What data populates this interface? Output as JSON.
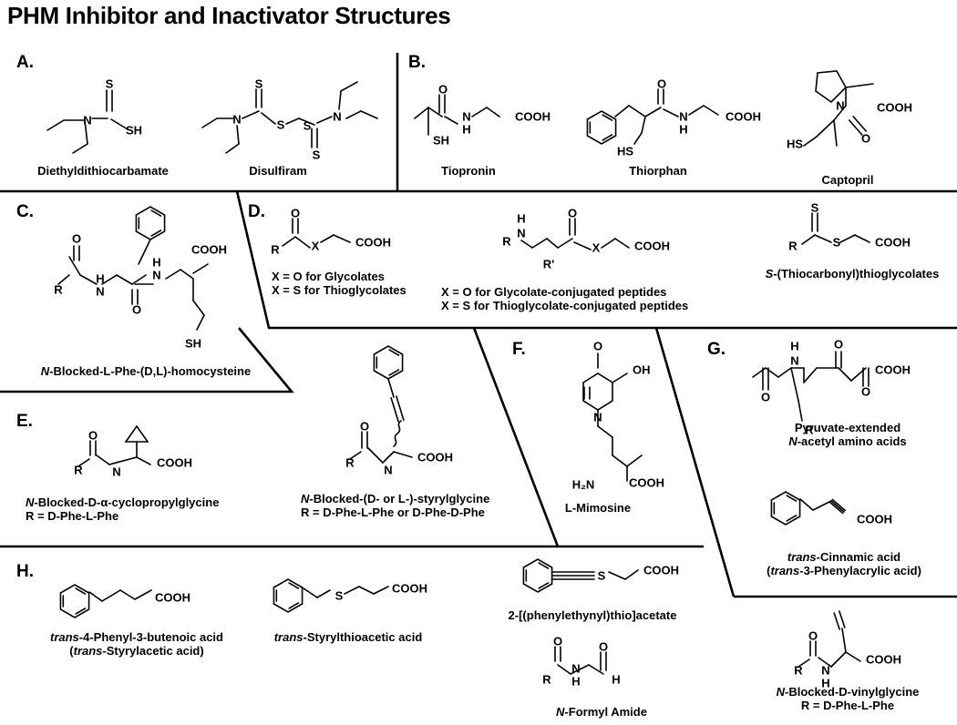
{
  "title": "PHM Inhibitor and Inactivator Structures",
  "panels": {
    "A": {
      "label": "A.",
      "compounds": [
        "Diethyldithiocarbamate",
        "Disulfiram"
      ]
    },
    "B": {
      "label": "B.",
      "compounds": [
        "Tiopronin",
        "Thiorphan",
        "Captopril"
      ]
    },
    "C": {
      "label": "C.",
      "name_italic": "N",
      "name_rest": "-Blocked-L-Phe-(D,L)-homocysteine"
    },
    "D": {
      "label": "D.",
      "glycolates_line1": "X = O for Glycolates",
      "glycolates_line2": "X = S for Thioglycolates",
      "peptides_line1": "X = O for Glycolate-conjugated peptides",
      "peptides_line2": "X = S for Thioglycolate-conjugated peptides",
      "thiocarbonyl_italic": "S",
      "thiocarbonyl_rest": "-(Thiocarbonyl)thioglycolates"
    },
    "E": {
      "label": "E.",
      "cyclopropyl_italic": "N",
      "cyclopropyl_rest": "-Blocked-D-α-cyclopropylglycine",
      "cyclopropyl_r": "R = D-Phe-L-Phe",
      "styryl_italic": "N",
      "styryl_rest": "-Blocked-(D- or L-)-styrylglycine",
      "styryl_r": "R = D-Phe-L-Phe or D-Phe-D-Phe"
    },
    "F": {
      "label": "F.",
      "compound": "L-Mimosine"
    },
    "G": {
      "label": "G.",
      "pyruvate_line1": "Pyruvate-extended",
      "pyruvate_line2_italic": "N",
      "pyruvate_line2_rest": "-acetyl amino acids",
      "cinnamic_italic": "trans",
      "cinnamic_rest": "-Cinnamic acid",
      "cinnamic_alt_open": "(",
      "cinnamic_alt_italic": "trans",
      "cinnamic_alt_rest": "-3-Phenylacrylic acid)"
    },
    "H": {
      "label": "H.",
      "butenoic_italic": "trans",
      "butenoic_rest": "-4-Phenyl-3-butenoic acid",
      "butenoic_alt_open": "(",
      "butenoic_alt_italic": "trans",
      "butenoic_alt_rest": "-Styrylacetic acid)",
      "styrylthio_italic": "trans",
      "styrylthio_rest": "-Styrylthioacetic acid",
      "phenylethynyl": "2-[(phenylethynyl)thio]acetate",
      "formyl_italic": "N",
      "formyl_rest": "-Formyl Amide",
      "vinyl_italic": "N",
      "vinyl_rest": "-Blocked-D-vinylglycine",
      "vinyl_r": "R = D-Phe-L-Phe"
    }
  },
  "atoms": {
    "S": "S",
    "SH": "SH",
    "HS": "HS",
    "N": "N",
    "O": "O",
    "H": "H",
    "OH": "OH",
    "COOH": "COOH",
    "R": "R",
    "Rp": "R'",
    "X": "X",
    "H2N": "H₂N"
  }
}
